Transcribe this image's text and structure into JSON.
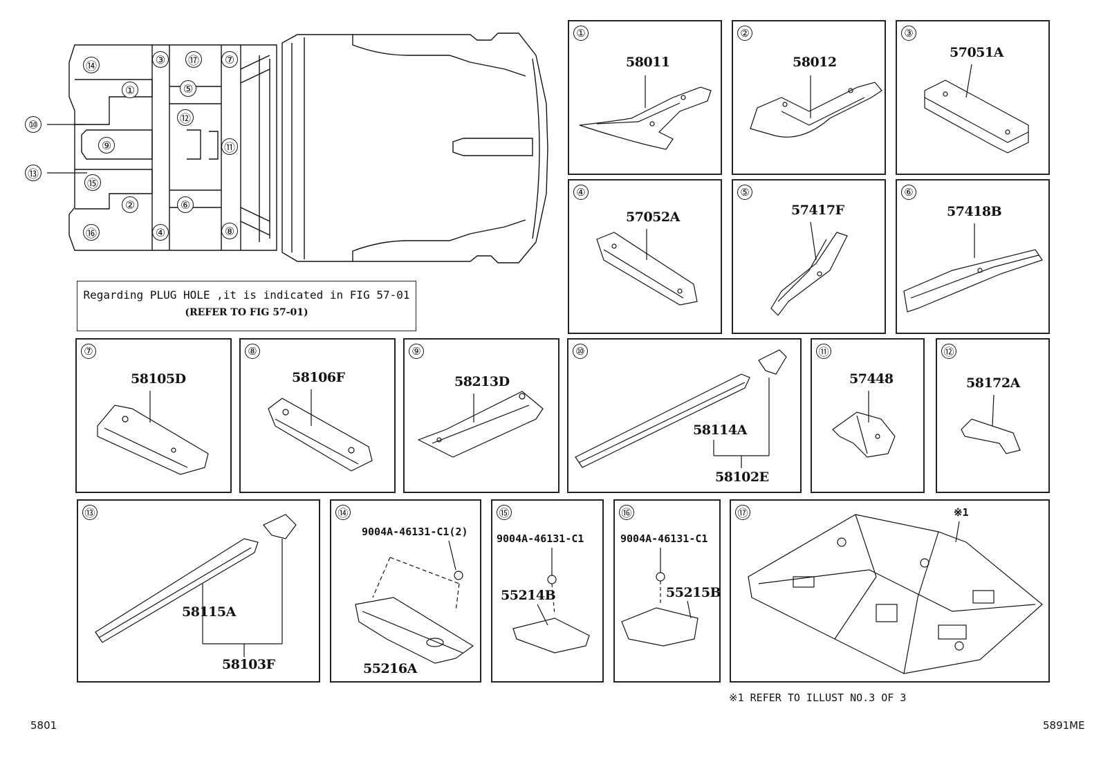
{
  "overview": {
    "callouts": [
      "⑭",
      "③",
      "⑰",
      "⑦",
      "①",
      "⑤",
      "⑩",
      "⑫",
      "⑨",
      "⑪",
      "⑬",
      "⑮",
      "②",
      "⑥",
      "⑯",
      "④",
      "⑧"
    ]
  },
  "note": {
    "line1": "Regarding PLUG HOLE ,it is indicated in FIG 57-01",
    "line2": "(REFER TO FIG 57-01)"
  },
  "panels": [
    {
      "num": "①",
      "parts": [
        "58011"
      ]
    },
    {
      "num": "②",
      "parts": [
        "58012"
      ]
    },
    {
      "num": "③",
      "parts": [
        "57051A"
      ]
    },
    {
      "num": "④",
      "parts": [
        "57052A"
      ]
    },
    {
      "num": "⑤",
      "parts": [
        "57417F"
      ]
    },
    {
      "num": "⑥",
      "parts": [
        "57418B"
      ]
    },
    {
      "num": "⑦",
      "parts": [
        "58105D"
      ]
    },
    {
      "num": "⑧",
      "parts": [
        "58106F"
      ]
    },
    {
      "num": "⑨",
      "parts": [
        "58213D"
      ]
    },
    {
      "num": "⑩",
      "parts": [
        "58114A",
        "58102E"
      ]
    },
    {
      "num": "⑪",
      "parts": [
        "57448"
      ]
    },
    {
      "num": "⑫",
      "parts": [
        "58172A"
      ]
    },
    {
      "num": "⑬",
      "parts": [
        "58115A",
        "58103F"
      ]
    },
    {
      "num": "⑭",
      "parts": [
        "9004A-46131-C1(2)",
        "55216A"
      ]
    },
    {
      "num": "⑮",
      "parts": [
        "9004A-46131-C1",
        "55214B"
      ]
    },
    {
      "num": "⑯",
      "parts": [
        "9004A-46131-C1",
        "55215B"
      ]
    },
    {
      "num": "⑰",
      "parts": [
        "※1"
      ]
    }
  ],
  "footnote": "※1 REFER TO ILLUST NO.3 OF 3",
  "footer": {
    "left": "5801",
    "right": "5891ME"
  }
}
